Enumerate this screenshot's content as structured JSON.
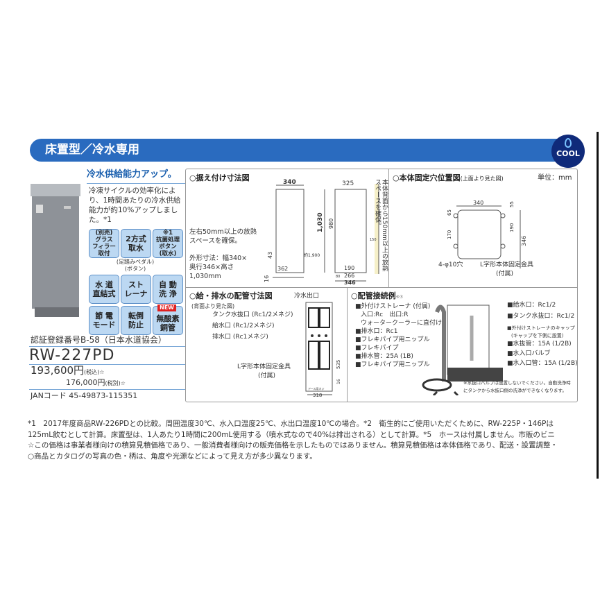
{
  "header": {
    "title": "床置型／冷水専用",
    "badge": "COOL",
    "badge_icon": "water-drop-icon",
    "accent": "#2a6bbf",
    "badge_color": "#0f2a7a"
  },
  "lead": "冷水供給能力アップ。",
  "description": "冷凍サイクルの効率化により、1時間あたりの冷水供給能力が約10%アップしました。*1",
  "features": [
    {
      "label": "(別売)\nグラス\nフィラー\n取付",
      "small": true
    },
    {
      "label": "2方式\n取水"
    },
    {
      "label": "※1\n抗菌処理\nボタン\n(取水)",
      "small": true
    },
    {
      "label": "水 道\n直結式"
    },
    {
      "label": "スト\nレーナ"
    },
    {
      "label": "自 動\n洗 浄"
    },
    {
      "label": "節 電\nモード"
    },
    {
      "label": "転倒\n防止"
    },
    {
      "label": "無酸素\n銅管",
      "badge": "NEW"
    }
  ],
  "feature_note": "(足踏みペダル)\n(ボタン)",
  "certification": "認証登録番号B-58（日本水道協会）",
  "model": "RW-227PD",
  "price_incl": "193,600円",
  "price_incl_note": "(税込)☆",
  "price_excl": "176,000円",
  "price_excl_note": "(税別)☆",
  "jan": "JANコード 45-49873-115351",
  "install": {
    "title": "○据え付け寸法図",
    "note1": "左右50mm以上の放熱スペースを確保。",
    "note2": "外形寸法：幅340×奥行346×高さ1,030mm",
    "dims": [
      "340",
      "325",
      "1,030",
      "980",
      "43",
      "16",
      "362",
      "約1,900",
      "190",
      "266",
      "80",
      "346",
      "150"
    ],
    "side_note": "本体背面から150mm以上の放熱スペースを確保。"
  },
  "fix": {
    "title": "○本体固定穴位置図",
    "subtitle": "(上面より見た図)",
    "unit": "単位：mm",
    "dims": [
      "340",
      "65",
      "170",
      "55",
      "190",
      "346"
    ],
    "hole": "4-φ10穴",
    "bracket": "L字形本体固定金具",
    "bracket_note": "(付属)"
  },
  "piping": {
    "title": "○給・排水の配管寸法図",
    "subtitle": "(背面より見た図)",
    "outlet": "冷水出口",
    "labels": [
      "タンク水抜口 (Rc1/2メネジ)",
      "給水口 (Rc1/2メネジ)",
      "排水口 (Rc1メネジ)"
    ],
    "bracket": "L字形本体固定金具",
    "bracket_note": "(付属)",
    "dims": [
      "535",
      "16",
      "318"
    ],
    "earth": "アース用ネジ"
  },
  "connection": {
    "title": "○配管接続例",
    "title_note": "※3",
    "left": [
      "■外付けストレーナ (付属)",
      "入口:Rc　出口:R",
      "ウォータークーラーに直付け",
      "■排水口：Rc1",
      "■フレキパイプ用ニップル",
      "■フレキパイプ",
      "■排水管：25A (1B)",
      "■フレキパイプ用ニップル"
    ],
    "right": [
      "■給水口：Rc1/2",
      "■タンク水抜口：Rc1/2",
      "■外付けストレーナのキャップ",
      "(キャップを下側に設置)",
      "■水抜管：15A (1/2B)",
      "■水入口バルブ",
      "■水入口管：15A (1/2B)"
    ],
    "warning": "※水抜口バルブは設置しないでください。自動洗浄時にタンクから水抜口側の洗浄ができなくなります。"
  },
  "footnotes": [
    "*1　2017年度商品RW-226PDとの比較。周囲温度30℃、水入口温度25℃、水出口温度10℃の場合。*2　衛生的にご使用いただくために、RW-225P・146Pは",
    "125mL飲むとして計算。床置型は、1人あたり1時間に200mL使用する（噴水式なので40%は排出される）として計算。*5　ホースは付属しません。市販のビニ",
    "☆この価格は事業者様向けの積算見積価格であり、一般消費者様向けの販売価格を示したものではありません。積算見積価格は本体価格であり、配送・設置調整・",
    "○商品とカタログの写真の色・柄は、角度や光源などによって見え方が多少異なります。"
  ]
}
